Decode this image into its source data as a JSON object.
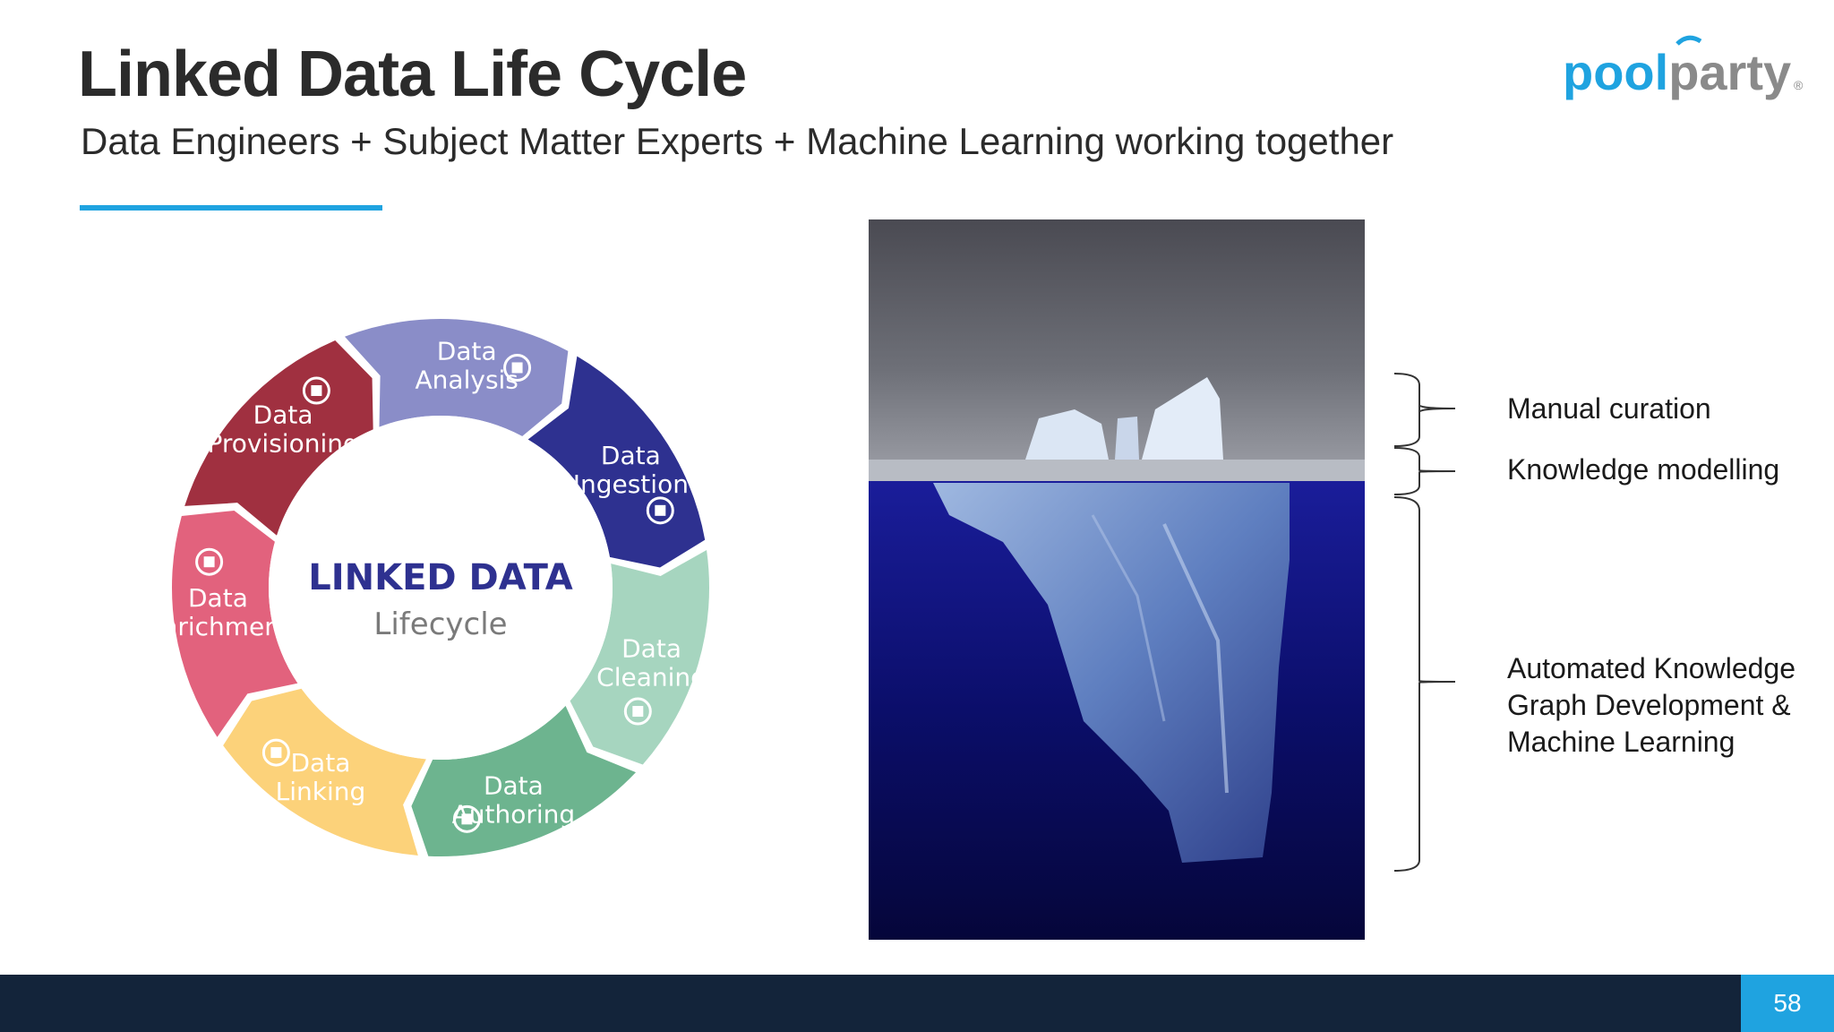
{
  "header": {
    "title": "Linked Data Life Cycle",
    "subtitle": "Data Engineers + Subject Matter Experts + Machine Learning working together"
  },
  "logo": {
    "part1": "pool",
    "part2": "party",
    "mark": "®",
    "color_blue": "#1fa3e0",
    "color_gray": "#8a8a8a"
  },
  "lifecycle": {
    "center_title": "LINKED DATA",
    "center_subtitle": "Lifecycle",
    "segments": [
      {
        "line1": "Data",
        "line2": "Analysis",
        "color": "#8a8dc8",
        "icon": "line-chart-icon"
      },
      {
        "line1": "Data",
        "line2": "Ingestion",
        "color": "#2e3190",
        "icon": "hierarchy-icon"
      },
      {
        "line1": "Data",
        "line2": "Cleaning",
        "color": "#a6d5bf",
        "icon": "broom-icon"
      },
      {
        "line1": "Data",
        "line2": "Authoring",
        "color": "#6db48f",
        "icon": "edit-icon"
      },
      {
        "line1": "Data",
        "line2": "Linking",
        "color": "#fcd27a",
        "icon": "shapes-icon"
      },
      {
        "line1": "Data",
        "line2": "Enrichment",
        "color": "#e2627d",
        "icon": "molecule-icon"
      },
      {
        "line1": "Data",
        "line2": "Provisioning",
        "color": "#a03040",
        "icon": "hard-drive-icon"
      }
    ]
  },
  "legend": {
    "items": [
      {
        "text": "Manual curation"
      },
      {
        "text": "Knowledge modelling"
      },
      {
        "lines": [
          "Automated Knowledge",
          "Graph Development &",
          "Machine Learning"
        ]
      }
    ]
  },
  "footer": {
    "page_number": "58"
  }
}
